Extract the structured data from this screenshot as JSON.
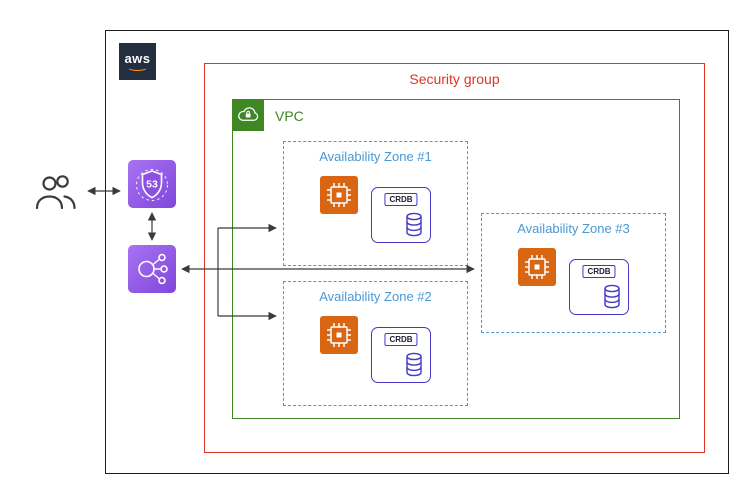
{
  "aws_cloud": {
    "logo_text": "aws"
  },
  "security_group": {
    "label": "Security group"
  },
  "vpc": {
    "label": "VPC"
  },
  "zones": [
    {
      "label": "Availability Zone #1"
    },
    {
      "label": "Availability Zone #2"
    },
    {
      "label": "Availability Zone #3"
    }
  ],
  "crdb": {
    "label": "CRDB"
  },
  "route53": {
    "badge": "53"
  },
  "colors": {
    "security_group_red": "#DD3522",
    "vpc_green": "#3F8624",
    "availability_zone_blue": "#4A98D3",
    "compute_orange": "#D86613",
    "network_purple": "#8046DB",
    "crdb_purple": "#4538C8",
    "aws_dark": "#232F3E",
    "aws_smile_orange": "#FF9900",
    "arrow_gray": "#3b3b3b"
  }
}
